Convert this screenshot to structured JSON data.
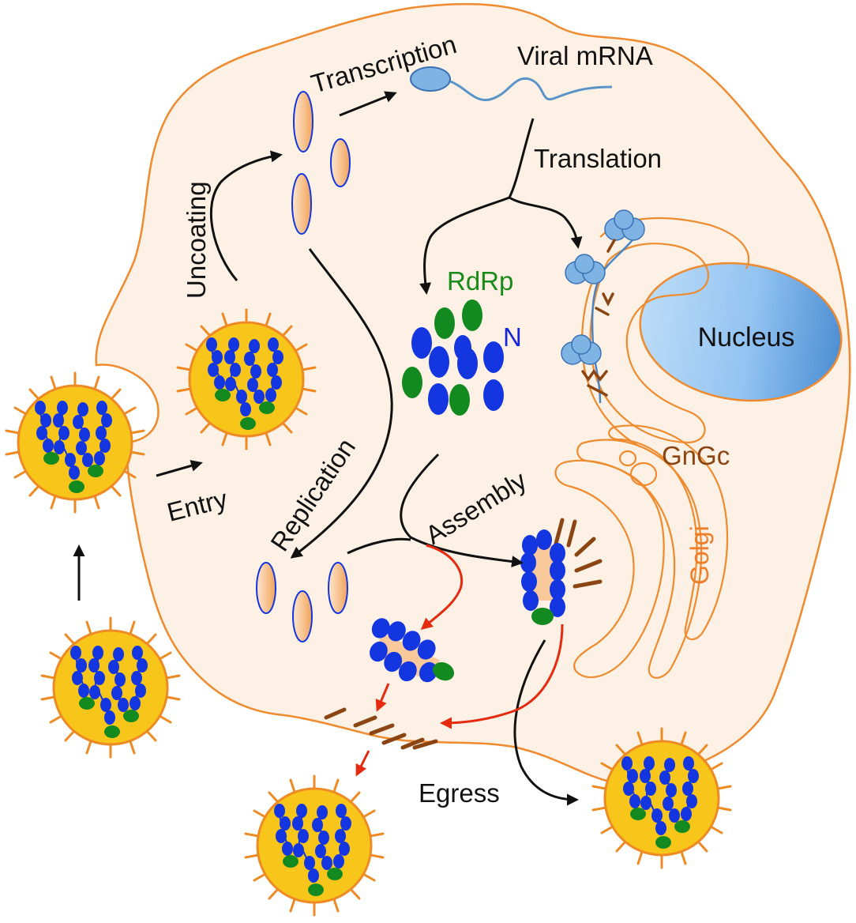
{
  "labels": {
    "transcription": "Transcription",
    "viral_mrna": "Viral mRNA",
    "translation": "Translation",
    "uncoating": "Uncoating",
    "rdrp": "RdRp",
    "n": "N",
    "nucleus": "Nucleus",
    "entry": "Entry",
    "replication": "Replication",
    "assembly": "Assembly",
    "gngc": "GnGc",
    "golgi": "Golgi",
    "egress": "Egress"
  },
  "colors": {
    "cell_fill": "#fdf1e6",
    "cell_outline": "#ef8a2e",
    "virion_fill": "#f8c51a",
    "virion_outline": "#ee8a24",
    "n_protein": "#1436e0",
    "rdrp_protein": "#138a20",
    "nucleus": "#8cbff2",
    "ribosome": "#7fb3e4",
    "glycoprotein": "#8B4513",
    "assembly_path": "#e52a10"
  }
}
